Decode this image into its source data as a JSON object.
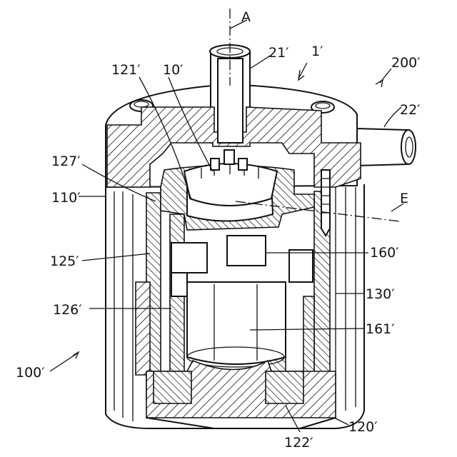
{
  "labels": {
    "A": "A",
    "E": "E",
    "l1": "1′",
    "l10": "10′",
    "l21": "21′",
    "l22": "22′",
    "l100": "100′",
    "l110": "110′",
    "l120": "120′",
    "l121": "121′",
    "l122": "122′",
    "l125": "125′",
    "l126": "126′",
    "l127": "127′",
    "l130": "130′",
    "l160": "160′",
    "l161": "161′",
    "l200": "200′"
  }
}
